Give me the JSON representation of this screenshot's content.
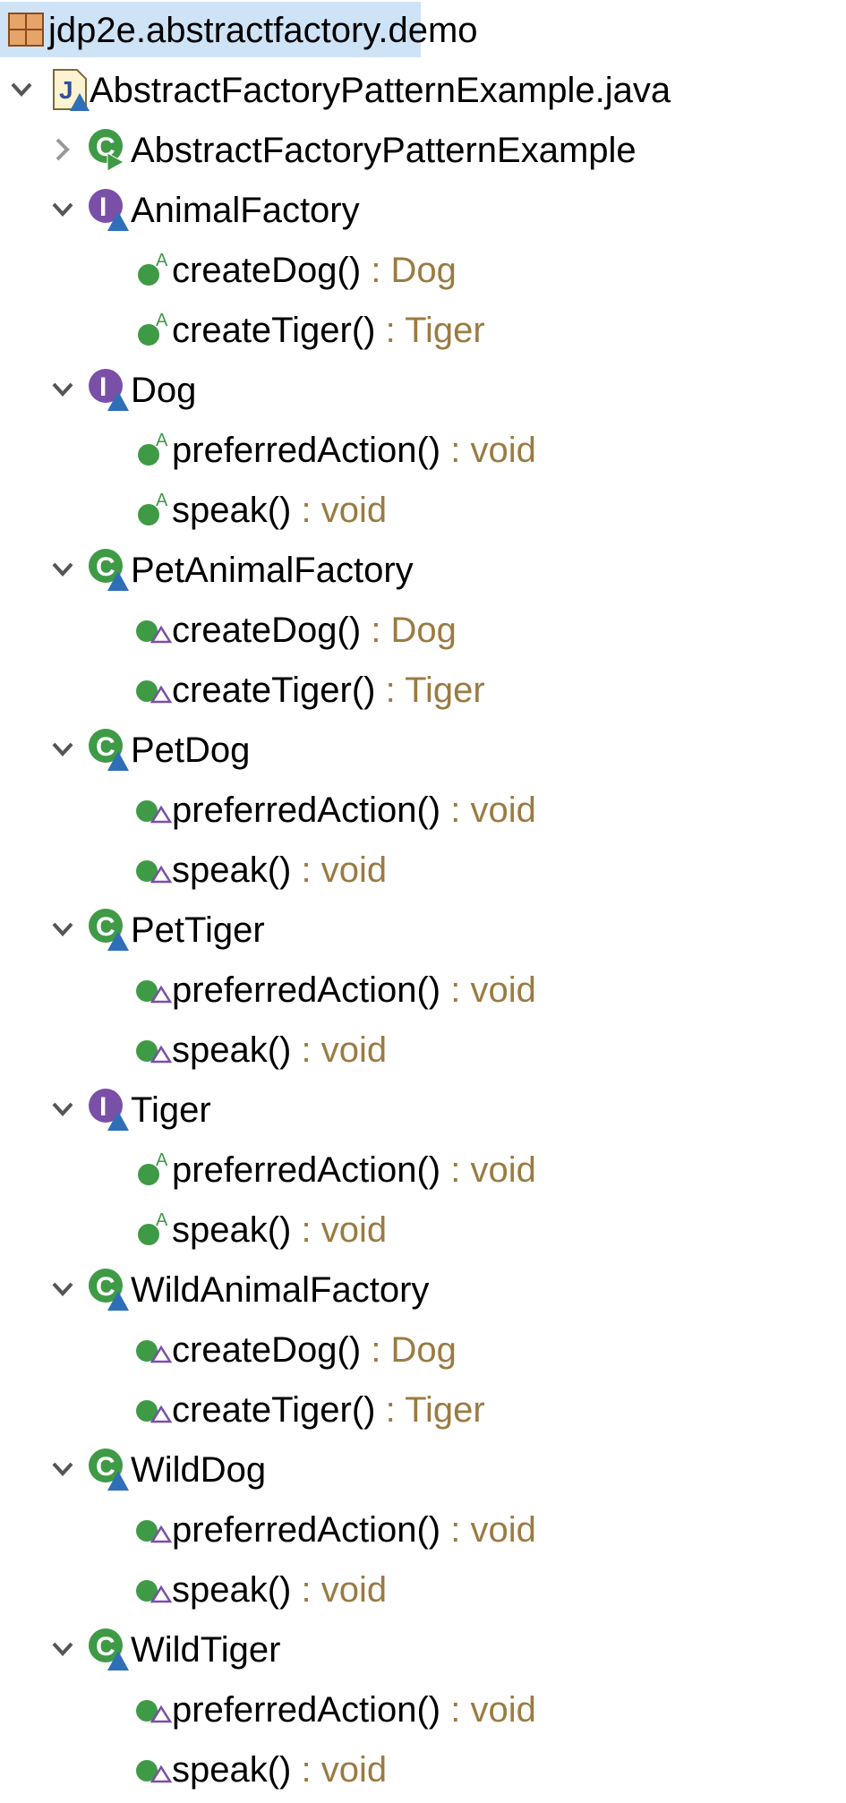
{
  "tree": {
    "package": {
      "label": "jdp2e.abstractfactory.demo",
      "icon": "package-icon"
    },
    "file": {
      "label": "AbstractFactoryPatternExample.java",
      "icon": "java-file-icon"
    },
    "types": [
      {
        "name": "AbstractFactoryPatternExample",
        "kind": "main-class",
        "expanded": false,
        "members": []
      },
      {
        "name": "AnimalFactory",
        "kind": "interface",
        "expanded": true,
        "members": [
          {
            "name": "createDog()",
            "sep": " : ",
            "type": "Dog",
            "kind": "abstract-method"
          },
          {
            "name": "createTiger()",
            "sep": " : ",
            "type": "Tiger",
            "kind": "abstract-method"
          }
        ]
      },
      {
        "name": "Dog",
        "kind": "interface",
        "expanded": true,
        "members": [
          {
            "name": "preferredAction()",
            "sep": " : ",
            "type": "void",
            "kind": "abstract-method"
          },
          {
            "name": "speak()",
            "sep": " : ",
            "type": "void",
            "kind": "abstract-method"
          }
        ]
      },
      {
        "name": "PetAnimalFactory",
        "kind": "class",
        "expanded": true,
        "members": [
          {
            "name": "createDog()",
            "sep": " : ",
            "type": "Dog",
            "kind": "impl-method"
          },
          {
            "name": "createTiger()",
            "sep": " : ",
            "type": "Tiger",
            "kind": "impl-method"
          }
        ]
      },
      {
        "name": "PetDog",
        "kind": "class",
        "expanded": true,
        "members": [
          {
            "name": "preferredAction()",
            "sep": " : ",
            "type": "void",
            "kind": "impl-method"
          },
          {
            "name": "speak()",
            "sep": " : ",
            "type": "void",
            "kind": "impl-method"
          }
        ]
      },
      {
        "name": "PetTiger",
        "kind": "class",
        "expanded": true,
        "members": [
          {
            "name": "preferredAction()",
            "sep": " : ",
            "type": "void",
            "kind": "impl-method"
          },
          {
            "name": "speak()",
            "sep": " : ",
            "type": "void",
            "kind": "impl-method"
          }
        ]
      },
      {
        "name": "Tiger",
        "kind": "interface",
        "expanded": true,
        "members": [
          {
            "name": "preferredAction()",
            "sep": " : ",
            "type": "void",
            "kind": "abstract-method"
          },
          {
            "name": "speak()",
            "sep": " : ",
            "type": "void",
            "kind": "abstract-method"
          }
        ]
      },
      {
        "name": "WildAnimalFactory",
        "kind": "class",
        "expanded": true,
        "members": [
          {
            "name": "createDog()",
            "sep": " : ",
            "type": "Dog",
            "kind": "impl-method"
          },
          {
            "name": "createTiger()",
            "sep": " : ",
            "type": "Tiger",
            "kind": "impl-method"
          }
        ]
      },
      {
        "name": "WildDog",
        "kind": "class",
        "expanded": true,
        "members": [
          {
            "name": "preferredAction()",
            "sep": " : ",
            "type": "void",
            "kind": "impl-method"
          },
          {
            "name": "speak()",
            "sep": " : ",
            "type": "void",
            "kind": "impl-method"
          }
        ]
      },
      {
        "name": "WildTiger",
        "kind": "class",
        "expanded": true,
        "members": [
          {
            "name": "preferredAction()",
            "sep": " : ",
            "type": "void",
            "kind": "impl-method"
          },
          {
            "name": "speak()",
            "sep": " : ",
            "type": "void",
            "kind": "impl-method"
          }
        ]
      }
    ]
  },
  "colors": {
    "selection": "#cfe3f7",
    "return_type": "#9b7b42",
    "class_green": "#3f9a46",
    "interface_purple": "#7a4fa8",
    "triangle_blue": "#2f6fb8",
    "chevron": "#555555",
    "chevron_collapsed": "#999999"
  }
}
